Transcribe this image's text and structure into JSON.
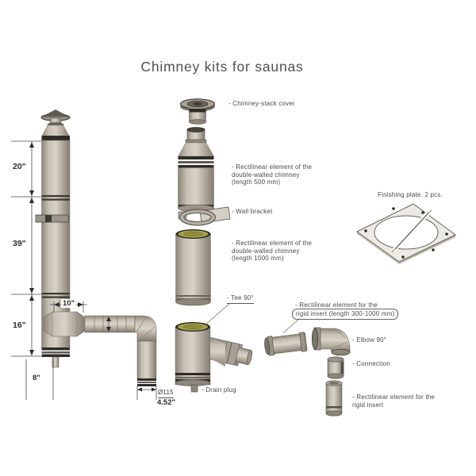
{
  "title": "Chimney kits for saunas",
  "assembled_view": {
    "dimensions": {
      "upper": "20\"",
      "middle": "39\"",
      "lower": "16\"",
      "bottom": "8\"",
      "branch": "10\"",
      "outlet_diameter": "Ø115",
      "outlet_inches": "4.52\""
    }
  },
  "exploded_view": {
    "labels": {
      "cover": "- Chimney-stack cover",
      "rect500": [
        "- Rectilinear element of the",
        "double-walled chimney",
        "(length 500 mm)"
      ],
      "wall_bracket": "- Wall bracket",
      "rect1000": [
        "- Rectilinear element of the",
        "double-walled chimney",
        "(length 1000 mm)"
      ],
      "tee": "- Tee 90°",
      "rigid_insert": [
        "- Rectilinear element for the",
        "rigid insert (length 300-1000 mm)"
      ],
      "elbow": "- Elbow 90°",
      "connection": "- Connection",
      "rigid_insert_2": [
        "- Rectilinear element for the",
        "rigid insert"
      ],
      "drain_plug": "- Drain plug"
    }
  },
  "finishing_plate": {
    "caption": "Finishing plate. 2 pcs."
  },
  "colors": {
    "pipe_light": "#d8d2c7",
    "pipe_dark": "#837c70",
    "band": "#2e2c28",
    "insulation_green": "#a6a24b",
    "text": "#4a4a4a"
  }
}
